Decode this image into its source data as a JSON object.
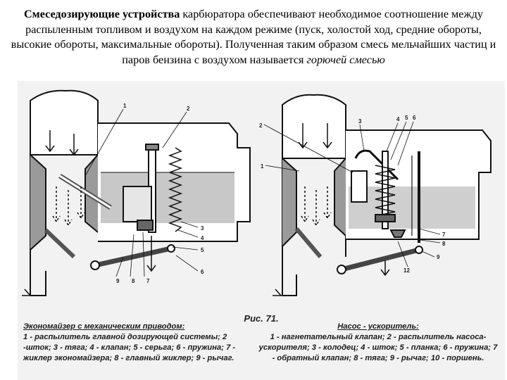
{
  "intro": {
    "bold_lead": "Смеседозирующие устройства",
    "body": " карбюратора обеспечивают необходимое соотношение между распыленным топливом и воздухом на каждом режиме (пуск, холостой ход, средние обороты, высокие обороты, максимальные обороты). Полученная таким образом смесь мельчайших частиц и паров бензина с воздухом называется ",
    "italic_tail": "горючей смесью"
  },
  "figure": {
    "caption": "Рис. 71.",
    "left_title": "Экономайзер с механическим приводом:",
    "left_body": "1 - распылитель главной дозирующей системы; 2 -шток; 3 - тяга; 4 - клапан; 5 - серьга; 6 - пружина; 7 - жиклер экономайзера; 8 - главный жиклер; 9 - рычаг.",
    "right_title": "Насос - ускоритель:",
    "right_body": "1 - нагнетательный клапан; 2 - распылитель насоса-ускорителя; 3 - колодец; 4 - шток; 5 - планка; 6 - пружина; 7 - обратный клапан; 8 - тяга; 9 - рычаг; 10 - поршень.",
    "left_numbers": [
      "1",
      "2",
      "3",
      "4",
      "5",
      "6",
      "7",
      "8",
      "9"
    ],
    "right_numbers": [
      "1",
      "2",
      "3",
      "4",
      "5",
      "6",
      "7",
      "8",
      "9",
      "12"
    ]
  }
}
